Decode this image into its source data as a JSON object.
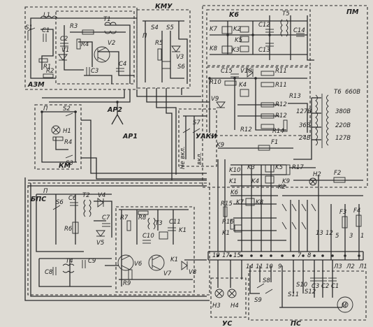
{
  "blocks": {
    "azm": "АЗМ",
    "kmu": "КМУ",
    "pm": "ПМ",
    "km": "КМ",
    "ar1": "АР1",
    "ar2": "АР2",
    "uaki": "УАКИ",
    "bps": "БПС",
    "us": "УС",
    "ps": "ПС"
  },
  "labels": {
    "s1": "S1",
    "l1": "L1",
    "c1": "C1",
    "r1": "R1",
    "r2": "R2",
    "v1": "V1",
    "c2": "C2",
    "r3": "R3",
    "r4": "R4",
    "t1": "T1",
    "v2": "V2",
    "c3": "C3",
    "c4": "C4",
    "s4": "S4",
    "s5": "S5",
    "s6": "S6",
    "r5": "R5",
    "v3": "V3",
    "p_kmu": "П",
    "k6": "K6",
    "k7": "K7",
    "k2": "K2",
    "k8": "K8",
    "k5": "K5",
    "k3": "K3",
    "c12": "C12",
    "c13": "C13",
    "t5": "T5",
    "c14": "C14",
    "c15": "C15",
    "v10": "V10",
    "r10": "R10",
    "r11a": "R11",
    "r11b": "R11",
    "k4": "K4",
    "v9": "V9",
    "r12a": "R12",
    "r12b": "R12",
    "r12c": "R12",
    "r14": "R14",
    "r13": "R13",
    "t6": "T6",
    "v660": "660В",
    "v127a": "127В",
    "v380": "380В",
    "v36": "36В",
    "v220": "220В",
    "v24": "24В",
    "v127b": "127В",
    "s2": "S2",
    "s3": "S3",
    "h1": "H1",
    "r4_km": "R4",
    "p_km": "П",
    "s7": "S7",
    "k9": "K9",
    "f1": "F1",
    "ne_vkl": "Не вкл.",
    "vkl": "вкл.",
    "k10": "K10",
    "k1": "K1",
    "k3b": "K3",
    "k5b": "K5",
    "k6b": "K6",
    "k4b": "K4",
    "k2b": "K2",
    "k7b": "K7",
    "k8b": "K8",
    "r17": "R17",
    "h2": "H2",
    "k9b": "K9",
    "f2": "F2",
    "r15": "R15",
    "r16": "R16",
    "k1b": "K1",
    "f3": "F3",
    "f4": "F4",
    "n13": "13",
    "n12": "12",
    "n5": "5",
    "n3": "3",
    "n1": "1",
    "l3": "Л3",
    "l2": "Л2",
    "l1b": "Л1",
    "s11": "S11",
    "s12": "S12",
    "s10": "S10",
    "s9": "S9",
    "n19": "19",
    "n17": "17",
    "n15": "15",
    "n14": "14",
    "n11": "11",
    "n10": "10",
    "n9": "9",
    "n7": "7",
    "n8": "8",
    "h3": "H3",
    "h4": "H4",
    "s8": "S8",
    "c3b": "C3",
    "c2b": "C2",
    "c1b": "C1",
    "m": "М",
    "s6b": "S6",
    "c6": "C6",
    "t2": "T2",
    "v4": "V4",
    "r6": "R6",
    "c7": "C7",
    "v5": "V5",
    "r7": "R7",
    "r8": "R8",
    "t3": "T3",
    "c11": "C11",
    "k1c": "K1",
    "c10": "C10",
    "c8": "C8",
    "t4": "T4",
    "c9": "C9",
    "v6": "V6",
    "v7": "V7",
    "k1d": "K1",
    "v8": "V8",
    "r9": "R9",
    "p_bps": "П"
  }
}
